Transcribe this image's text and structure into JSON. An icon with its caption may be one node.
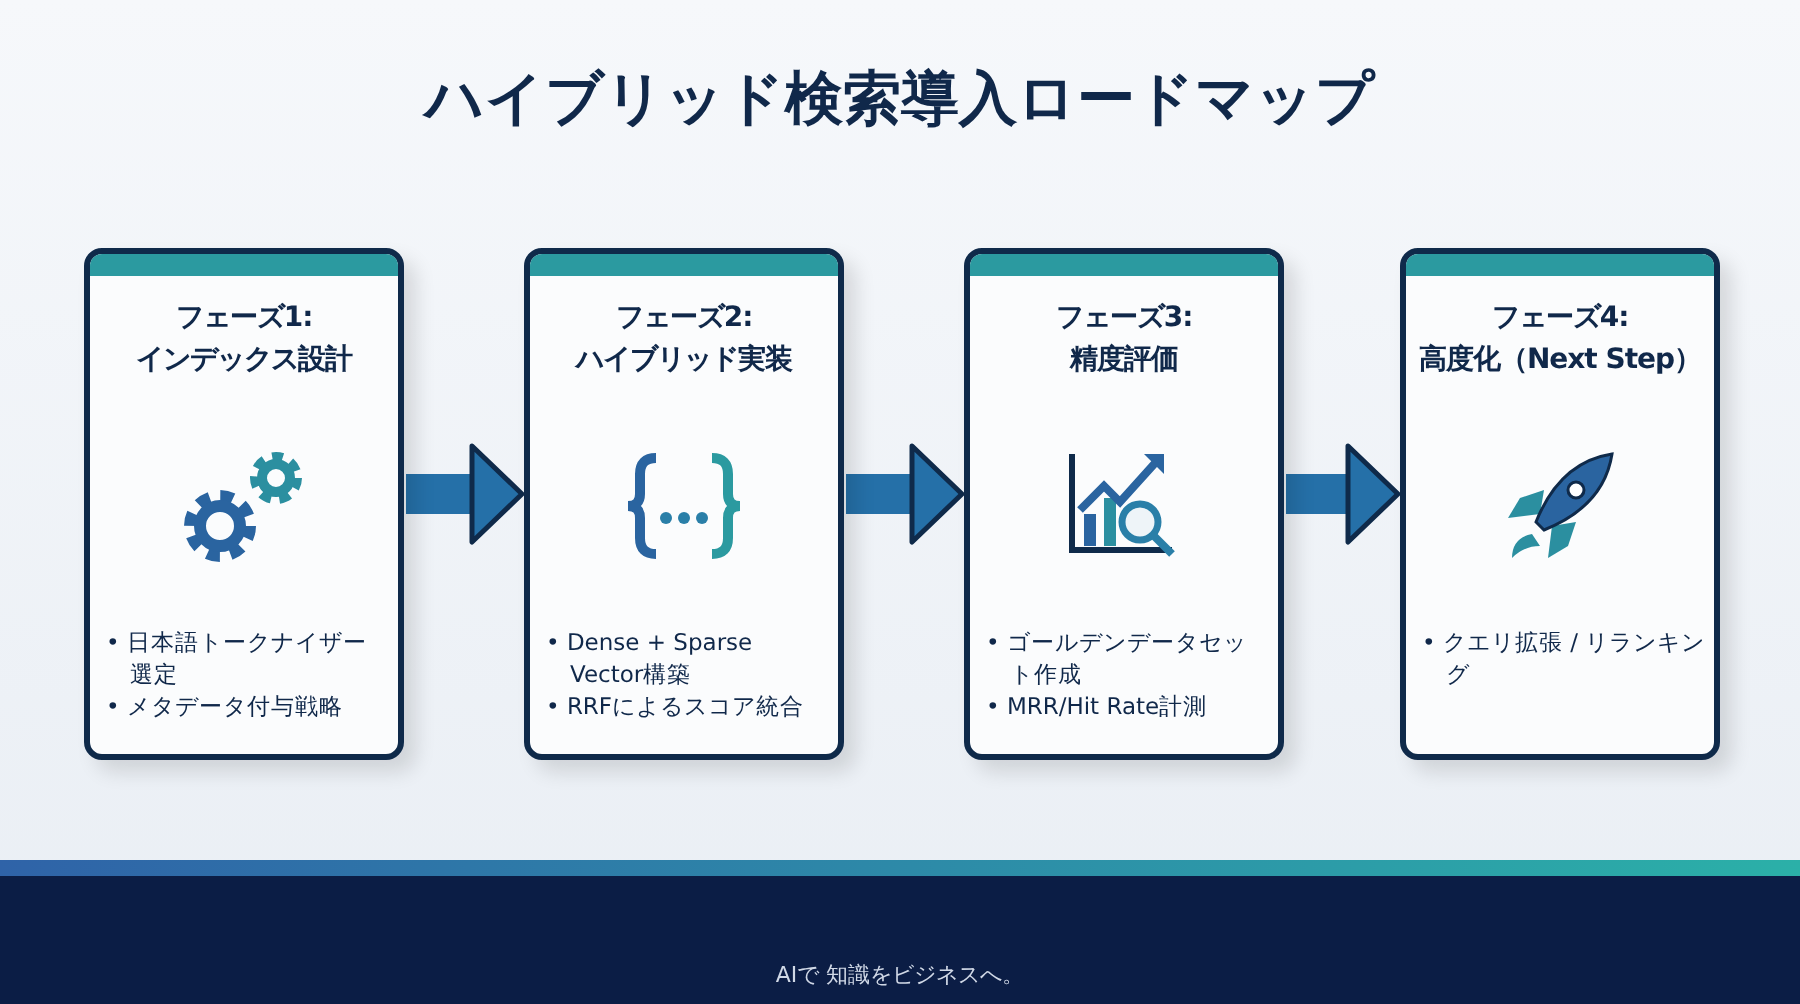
{
  "diagram": {
    "title": "ハイブリッド検索導入ロードマップ",
    "nodes": [
      {
        "text": [
          "フェーズ1:インデックス設計",
          "• 日本語トークナイザー選定",
          "• メタデータ付与戦略"
        ]
      },
      {
        "text": [
          "フェーズ2:ハイブリッド実装",
          "• Dense + Sparse Vector構築",
          "• RRFによるスコア統合"
        ]
      },
      {
        "text": [
          "フェーズ3:精度評価",
          "• ゴールデンデータセット作成",
          "• MRR/Hit Rate計測"
        ]
      },
      {
        "text": [
          "フェーズ4:高度化（Next Step）",
          "• クエリ拡張 / リランキング"
        ]
      }
    ],
    "edges": [
      {
        "from": 0,
        "to": 1,
        "arrow": "to"
      },
      {
        "from": 1,
        "to": 2,
        "arrow": "to"
      },
      {
        "from": 2,
        "to": 3,
        "arrow": "to"
      }
    ],
    "labels": [
      "AIで 知識をビジネスへ。"
    ]
  }
}
